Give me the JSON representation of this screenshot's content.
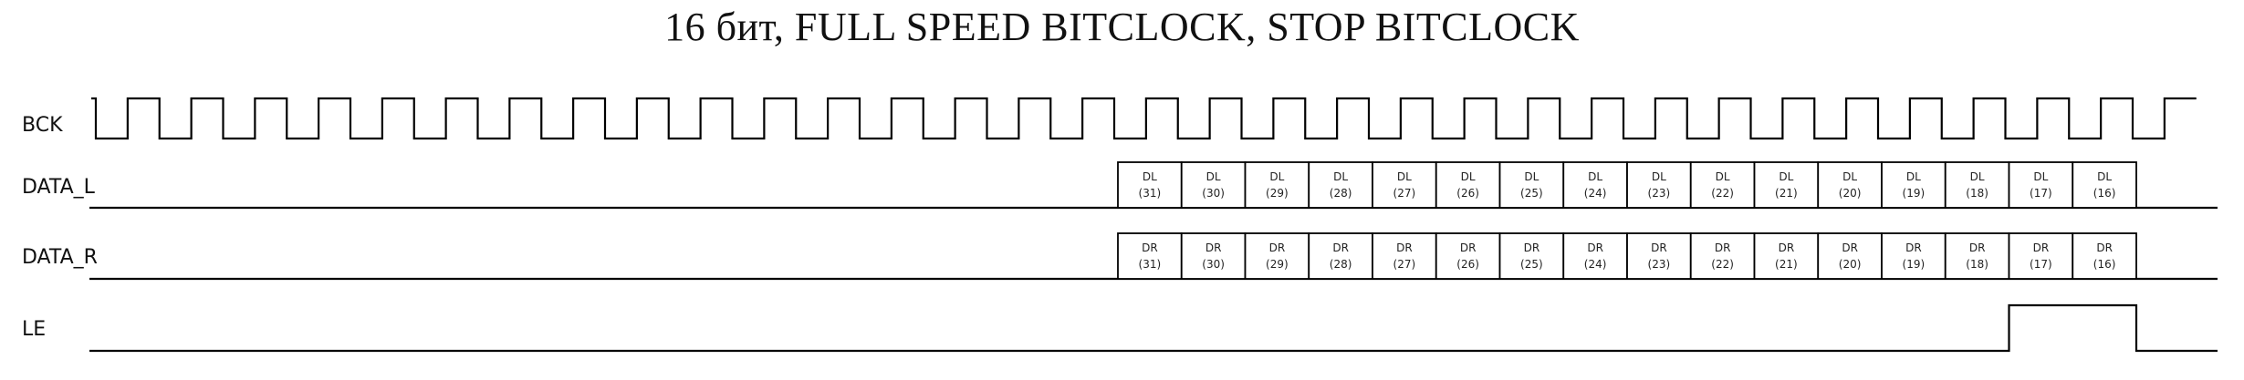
{
  "title": "16 бит, FULL SPEED BITCLOCK, STOP BITCLOCK",
  "signals": {
    "bck": "BCK",
    "data_l": "DATA_L",
    "data_r": "DATA_R",
    "le": "LE"
  },
  "bck_pulses": 33,
  "data_l_cells": [
    {
      "name": "DL",
      "bit": "(31)"
    },
    {
      "name": "DL",
      "bit": "(30)"
    },
    {
      "name": "DL",
      "bit": "(29)"
    },
    {
      "name": "DL",
      "bit": "(28)"
    },
    {
      "name": "DL",
      "bit": "(27)"
    },
    {
      "name": "DL",
      "bit": "(26)"
    },
    {
      "name": "DL",
      "bit": "(25)"
    },
    {
      "name": "DL",
      "bit": "(24)"
    },
    {
      "name": "DL",
      "bit": "(23)"
    },
    {
      "name": "DL",
      "bit": "(22)"
    },
    {
      "name": "DL",
      "bit": "(21)"
    },
    {
      "name": "DL",
      "bit": "(20)"
    },
    {
      "name": "DL",
      "bit": "(19)"
    },
    {
      "name": "DL",
      "bit": "(18)"
    },
    {
      "name": "DL",
      "bit": "(17)"
    },
    {
      "name": "DL",
      "bit": "(16)"
    }
  ],
  "data_r_cells": [
    {
      "name": "DR",
      "bit": "(31)"
    },
    {
      "name": "DR",
      "bit": "(30)"
    },
    {
      "name": "DR",
      "bit": "(29)"
    },
    {
      "name": "DR",
      "bit": "(28)"
    },
    {
      "name": "DR",
      "bit": "(27)"
    },
    {
      "name": "DR",
      "bit": "(26)"
    },
    {
      "name": "DR",
      "bit": "(25)"
    },
    {
      "name": "DR",
      "bit": "(24)"
    },
    {
      "name": "DR",
      "bit": "(23)"
    },
    {
      "name": "DR",
      "bit": "(22)"
    },
    {
      "name": "DR",
      "bit": "(21)"
    },
    {
      "name": "DR",
      "bit": "(20)"
    },
    {
      "name": "DR",
      "bit": "(19)"
    },
    {
      "name": "DR",
      "bit": "(18)"
    },
    {
      "name": "DR",
      "bit": "(17)"
    },
    {
      "name": "DR",
      "bit": "(16)"
    }
  ]
}
